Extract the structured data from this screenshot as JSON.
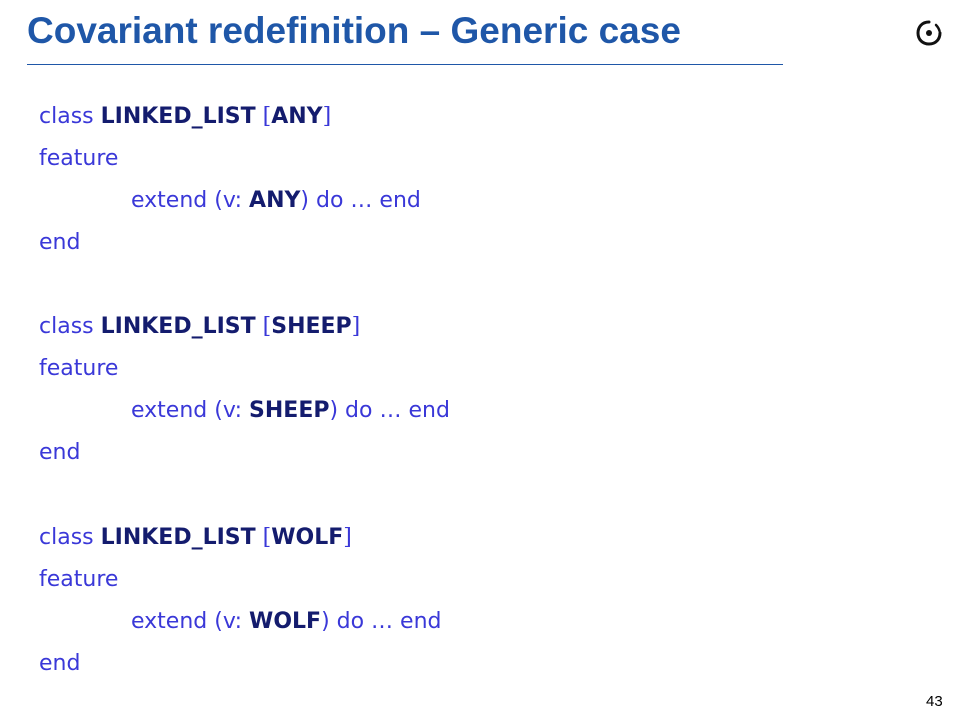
{
  "slide": {
    "title": "Covariant redefinition – Generic case",
    "page_number": "43",
    "logo": "eiffel-spiral-logo"
  },
  "code": {
    "class_kw": "class",
    "feature_kw": "feature",
    "end_kw": "end",
    "extend_call": "extend (v:",
    "do_end": ") do … end",
    "lbracket": "[",
    "rbracket": "]",
    "blocks": [
      {
        "class_name": "LINKED_LIST",
        "param": "ANY"
      },
      {
        "class_name": "LINKED_LIST",
        "param": "SHEEP"
      },
      {
        "class_name": "LINKED_LIST",
        "param": "WOLF"
      }
    ]
  }
}
